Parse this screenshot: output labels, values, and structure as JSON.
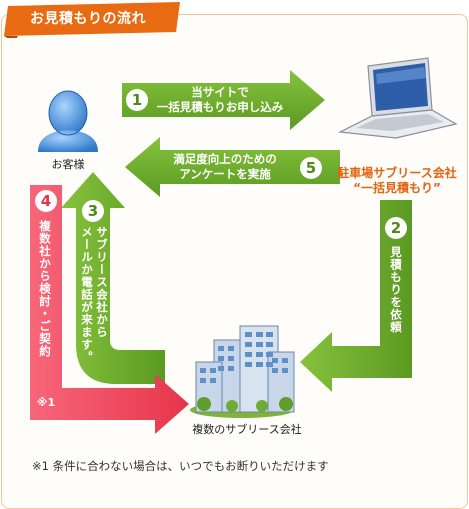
{
  "title": "お見積もりの流れ",
  "customer_label": "お客様",
  "companies_label": "複数のサブリース会社",
  "site_label_line1": "駐車場サブリース会社",
  "site_label_line2": "“一括見積もり”",
  "steps": [
    {
      "num": "1",
      "line1": "当サイトで",
      "line2": "一括見積もりお申し込み"
    },
    {
      "num": "2",
      "text": "見積もりを依頼"
    },
    {
      "num": "3",
      "line1": "サブリース会社から",
      "line2": "メールか電話が来ます。"
    },
    {
      "num": "4",
      "text": "複数社から検討・ご契約",
      "note": "※1"
    },
    {
      "num": "5",
      "line1": "満足度向上のための",
      "line2": "アンケートを実施"
    }
  ],
  "footnote": "※1 条件に合わない場合は、いつでもお断りいただけます",
  "colors": {
    "green": "#6aa82a",
    "red": "#f0475a",
    "orange": "#e4630f",
    "title_bg": "#e86a12"
  }
}
